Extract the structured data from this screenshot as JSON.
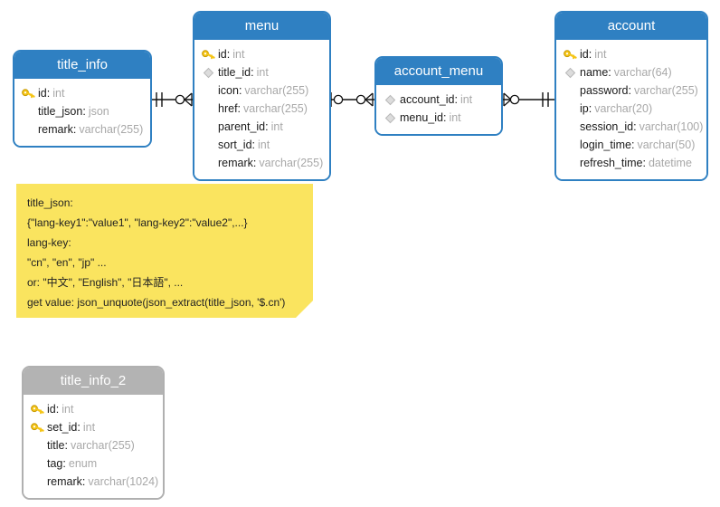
{
  "diagram": {
    "title": "ER diagram",
    "colors": {
      "header_blue": "#2f80c2",
      "header_gray": "#b3b3b3",
      "note_yellow": "#fae45f",
      "type_text": "#a8a8a8",
      "line": "#111111"
    }
  },
  "entities": [
    {
      "id": "title_info",
      "name": "title_info",
      "style": "blue",
      "fields": [
        {
          "icon": "primary-key-icon",
          "name": "id",
          "type": "int"
        },
        {
          "icon": "none",
          "name": "title_json",
          "type": "json"
        },
        {
          "icon": "none",
          "name": "remark",
          "type": "varchar(255)"
        }
      ]
    },
    {
      "id": "menu",
      "name": "menu",
      "style": "blue",
      "fields": [
        {
          "icon": "primary-key-icon",
          "name": "id",
          "type": "int"
        },
        {
          "icon": "foreign-key-diamond-icon",
          "name": "title_id",
          "type": "int"
        },
        {
          "icon": "none",
          "name": "icon",
          "type": "varchar(255)"
        },
        {
          "icon": "none",
          "name": "href",
          "type": "varchar(255)"
        },
        {
          "icon": "none",
          "name": "parent_id",
          "type": "int"
        },
        {
          "icon": "none",
          "name": "sort_id",
          "type": "int"
        },
        {
          "icon": "none",
          "name": "remark",
          "type": "varchar(255)"
        }
      ]
    },
    {
      "id": "account_menu",
      "name": "account_menu",
      "style": "blue",
      "fields": [
        {
          "icon": "foreign-key-diamond-icon",
          "name": "account_id",
          "type": "int"
        },
        {
          "icon": "foreign-key-diamond-icon",
          "name": "menu_id",
          "type": "int"
        }
      ]
    },
    {
      "id": "account",
      "name": "account",
      "style": "blue",
      "fields": [
        {
          "icon": "primary-key-icon",
          "name": "id",
          "type": "int"
        },
        {
          "icon": "foreign-key-diamond-icon",
          "name": "name",
          "type": "varchar(64)"
        },
        {
          "icon": "none",
          "name": "password",
          "type": "varchar(255)"
        },
        {
          "icon": "none",
          "name": "ip",
          "type": "varchar(20)"
        },
        {
          "icon": "none",
          "name": "session_id",
          "type": "varchar(100)"
        },
        {
          "icon": "none",
          "name": "login_time",
          "type": "varchar(50)"
        },
        {
          "icon": "none",
          "name": "refresh_time",
          "type": "datetime"
        }
      ]
    },
    {
      "id": "title_info_2",
      "name": "title_info_2",
      "style": "gray",
      "fields": [
        {
          "icon": "primary-key-icon",
          "name": "id",
          "type": "int"
        },
        {
          "icon": "primary-key-icon",
          "name": "set_id",
          "type": "int"
        },
        {
          "icon": "none",
          "name": "title",
          "type": "varchar(255)"
        },
        {
          "icon": "none",
          "name": "tag",
          "type": "enum"
        },
        {
          "icon": "none",
          "name": "remark",
          "type": "varchar(1024)"
        }
      ]
    }
  ],
  "note": {
    "id": "title_json_note",
    "lines": [
      "title_json:",
      "{\"lang-key1\":\"value1\", \"lang-key2\":\"value2\",...}",
      "lang-key:",
      "\"cn\", \"en\", \"jp\" ...",
      "or: \"中文\", \"English\", \"日本語\", ...",
      "get value: json_unquote(json_extract(title_json, '$.cn')"
    ]
  },
  "relationships": [
    {
      "id": "title_info-menu",
      "from": "title_info",
      "to": "menu",
      "from_cardinality": "one-and-only-one",
      "to_cardinality": "zero-or-many"
    },
    {
      "id": "menu-account_menu",
      "from": "menu",
      "to": "account_menu",
      "from_cardinality": "zero-or-one",
      "to_cardinality": "zero-or-many"
    },
    {
      "id": "account_menu-account",
      "from": "account_menu",
      "to": "account",
      "from_cardinality": "zero-or-many",
      "to_cardinality": "one-and-only-one"
    }
  ]
}
